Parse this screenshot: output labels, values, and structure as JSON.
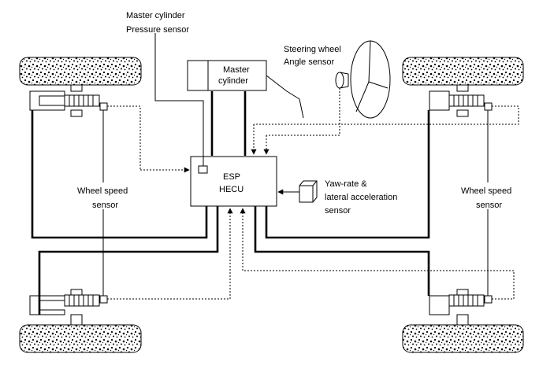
{
  "labels": {
    "master_cylinder_pressure_sensor_line1": "Master cylinder",
    "master_cylinder_pressure_sensor_line2": "Pressure sensor",
    "master_cylinder_line1": "Master",
    "master_cylinder_line2": "cylinder",
    "steering_angle_sensor_line1": "Steering wheel",
    "steering_angle_sensor_line2": "Angle sensor",
    "esp_hecu_line1": "ESP",
    "esp_hecu_line2": "HECU",
    "yaw_rate_sensor_line1": "Yaw-rate &",
    "yaw_rate_sensor_line2": "lateral acceleration",
    "yaw_rate_sensor_line3": "sensor",
    "wheel_speed_sensor_left_line1": "Wheel speed",
    "wheel_speed_sensor_left_line2": "sensor",
    "wheel_speed_sensor_right_line1": "Wheel speed",
    "wheel_speed_sensor_right_line2": "sensor"
  },
  "colors": {
    "line": "#000000",
    "tire_fill": "#ffffff",
    "background": "#ffffff"
  }
}
